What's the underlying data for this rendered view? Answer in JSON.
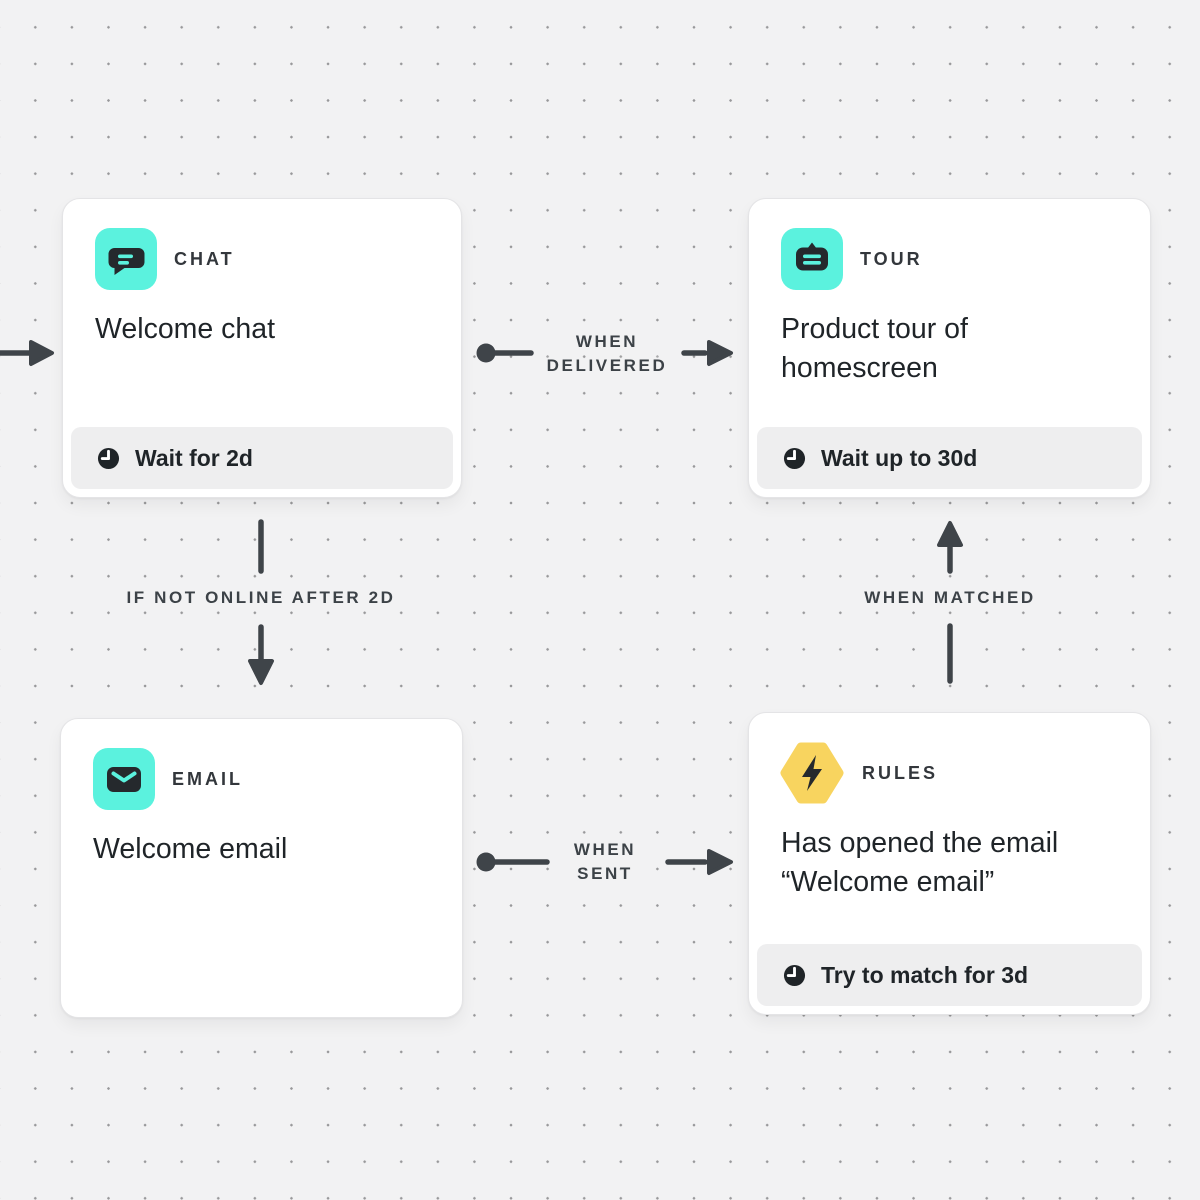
{
  "canvas": {
    "background_color": "#f2f2f3",
    "dot_color": "#98989a",
    "arrow_color": "#3f4449",
    "accent_teal": "#5bf2de",
    "accent_yellow": "#f8d45f",
    "glyph_dark": "#25292d"
  },
  "nodes": {
    "chat": {
      "type_label": "CHAT",
      "icon": "chat-bubble-icon",
      "title": "Welcome chat",
      "footer_label": "Wait for 2d",
      "footer_icon": "clock-icon"
    },
    "tour": {
      "type_label": "TOUR",
      "icon": "product-tour-icon",
      "title": "Product tour of homescreen",
      "footer_label": "Wait up to 30d",
      "footer_icon": "clock-icon"
    },
    "email": {
      "type_label": "EMAIL",
      "icon": "envelope-icon",
      "title": "Welcome email"
    },
    "rules": {
      "type_label": "RULES",
      "icon": "lightning-bolt-icon",
      "title": "Has opened the email “Welcome email”",
      "footer_label": "Try to match for 3d",
      "footer_icon": "clock-icon"
    }
  },
  "connectors": {
    "chat_to_tour": {
      "label": "WHEN DELIVERED"
    },
    "chat_to_email": {
      "label": "IF NOT ONLINE AFTER 2D"
    },
    "email_to_rules": {
      "label": "WHEN SENT"
    },
    "rules_to_tour": {
      "label": "WHEN MATCHED"
    }
  }
}
